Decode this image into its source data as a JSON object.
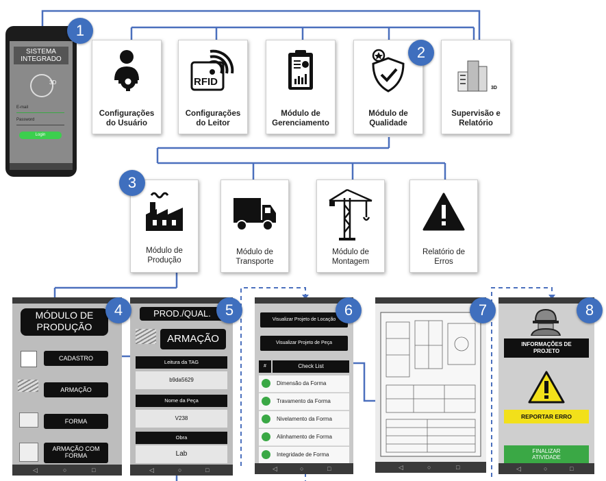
{
  "login_phone": {
    "title": "SISTEMA INTEGRADO",
    "logo_text": "3D",
    "email_label": "E-mail",
    "password_label": "Password",
    "login_button": "Login"
  },
  "top_modules": [
    {
      "label": "Configurações do Usuário",
      "icon": "user-gear-icon"
    },
    {
      "label": "Configurações do Leitor",
      "icon": "rfid-icon",
      "icon_text": "RFID"
    },
    {
      "label": "Módulo de Gerenciamento",
      "icon": "clipboard-chart-icon"
    },
    {
      "label": "Módulo de Qualidade",
      "icon": "quality-badge-icon"
    },
    {
      "label": "Supervisão e Relatório",
      "icon": "building-3d-icon",
      "icon_text": "3D"
    }
  ],
  "sub_modules": [
    {
      "label": "Módulo de Produção",
      "icon": "factory-icon"
    },
    {
      "label": "Módulo de Transporte",
      "icon": "truck-icon"
    },
    {
      "label": "Módulo de Montagem",
      "icon": "crane-icon"
    },
    {
      "label": "Relatório de Erros",
      "icon": "warning-icon"
    }
  ],
  "badges": [
    "1",
    "2",
    "3",
    "4",
    "5",
    "6",
    "7",
    "8"
  ],
  "screen4": {
    "title": "MÓDULO DE PRODUÇÃO",
    "items": [
      "CADASTRO",
      "ARMAÇÃO",
      "FORMA",
      "ARMAÇÃO COM FORMA"
    ]
  },
  "screen5": {
    "title": "PROD./QUAL.",
    "heading": "ARMAÇÃO",
    "fields": [
      {
        "label": "Leitura da TAG",
        "value": "b9da5629"
      },
      {
        "label": "Nome da Peça",
        "value": "V238"
      },
      {
        "label": "Obra",
        "value": "Lab"
      }
    ]
  },
  "screen6": {
    "buttons": [
      "Visualizar Projeto de Locação",
      "Visualizar Projeto de Peça"
    ],
    "checklist_header": "Check List",
    "checklist_hash": "#",
    "items": [
      "Dimensão da Forma",
      "Travamento da Forma",
      "Nivelamento da Forma",
      "Alinhamento de Forma",
      "Integridade de Forma"
    ]
  },
  "screen8": {
    "title": "INFORMAÇÕES DE PROJETO",
    "report_button": "REPORTAR ERRO",
    "finish_button": "FINALIZAR ATIVIDADE"
  },
  "colors": {
    "badge": "#3f6fbe",
    "connector": "#4a6fbd",
    "green": "#3aa845",
    "yellow": "#f2e01a"
  }
}
